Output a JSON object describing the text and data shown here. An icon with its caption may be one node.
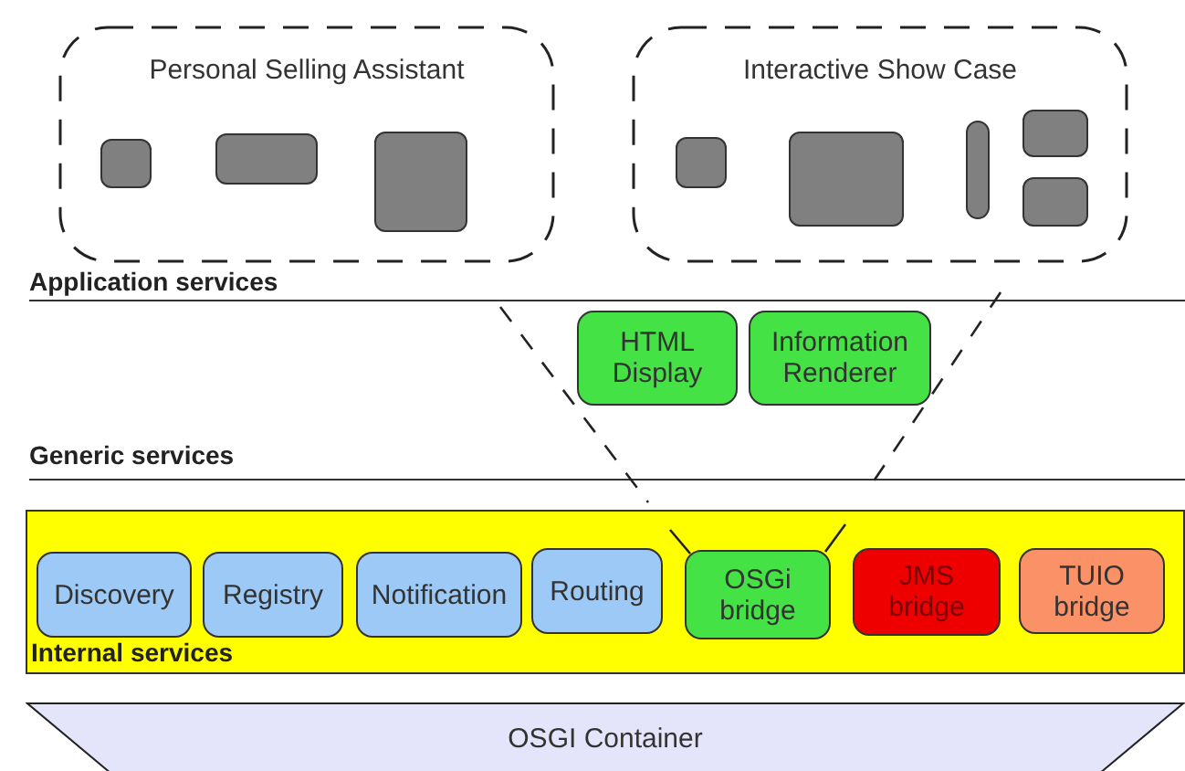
{
  "diagram": {
    "nodes": [
      {
        "text": [
          "Personal Selling Assistant"
        ]
      },
      {
        "text": [],
        "shape": "box",
        "in": 0
      },
      {
        "text": [],
        "shape": "box",
        "in": 0
      },
      {
        "text": [],
        "shape": "box",
        "in": 0
      },
      {
        "text": [
          "Interactive Show Case"
        ]
      },
      {
        "text": [],
        "shape": "box",
        "in": 4
      },
      {
        "text": [],
        "shape": "box",
        "in": 4
      },
      {
        "text": [],
        "shape": "bar",
        "in": 4
      },
      {
        "text": [],
        "shape": "box",
        "in": 4
      },
      {
        "text": [],
        "shape": "box",
        "in": 4
      },
      {
        "text": [
          "HTML Display"
        ]
      },
      {
        "text": [
          "Information Renderer"
        ]
      },
      {
        "text": [
          "Internal services"
        ]
      },
      {
        "text": [
          "Discovery"
        ],
        "in": 12
      },
      {
        "text": [
          "Registry"
        ],
        "in": 12
      },
      {
        "text": [
          "Notification"
        ],
        "in": 12
      },
      {
        "text": [
          "Routing"
        ],
        "in": 12
      },
      {
        "text": [
          "OSGi bridge"
        ],
        "in": 12
      },
      {
        "text": [
          "JMS bridge"
        ],
        "in": 12
      },
      {
        "text": [
          "TUIO bridge"
        ],
        "in": 12
      },
      {
        "text": [
          "OSGI Container"
        ]
      }
    ],
    "labels": [
      "Application services",
      "Generic services"
    ]
  }
}
